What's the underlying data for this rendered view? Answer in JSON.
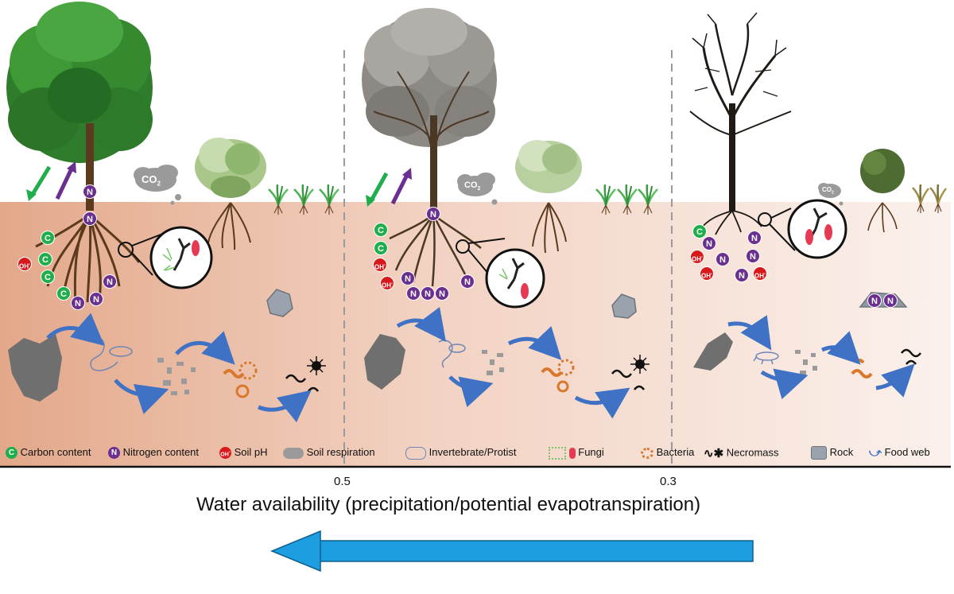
{
  "axis": {
    "title": "Water availability (precipitation/potential evapotranspiration)",
    "ticks": [
      "0.5",
      "0.3"
    ]
  },
  "symbols": {
    "carbon": "C",
    "nitrogen": "N",
    "hydroxide": "OH",
    "hydroxide_charge": "-",
    "co2": "CO",
    "co2_sub": "2"
  },
  "legend": {
    "carbon": "Carbon content",
    "nitrogen": "Nitrogen content",
    "ph": "Soil pH",
    "respiration": "Soil respiration",
    "invertebrate": "Invertebrate/Protist",
    "fungi": "Fungi",
    "bacteria": "Bacteria",
    "necromass": "Necromass",
    "rock": "Rock",
    "foodweb": "Food web"
  },
  "colors": {
    "carbon": "#1fae4b",
    "nitrogen": "#6a2f8f",
    "ph": "#d7191c",
    "foodweb_arrow": "#3f72c4",
    "direction_arrow": "#1d9ee0",
    "soil_wet": "#e3a98a",
    "soil_dry": "#faeee8",
    "divider": "#999999",
    "bacteria": "#d9782d",
    "fungi": "#7cc46a"
  },
  "icons": [
    "arrow-exchange-icon",
    "co2-cloud-icon",
    "magnifier-icon",
    "rock-icon",
    "leaf-litter-icon",
    "invertebrate-icon",
    "fungi-icon",
    "bacteria-icon",
    "necromass-icon",
    "direction-arrow-icon"
  ]
}
